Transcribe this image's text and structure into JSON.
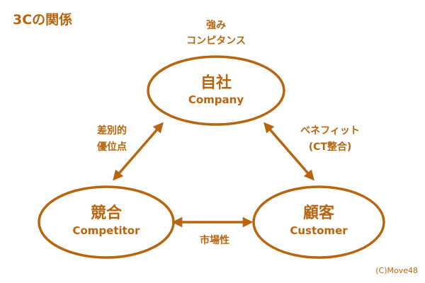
{
  "title": "3Cの関係",
  "credit": "(C)Move48",
  "colors": {
    "accent": "#b7650f",
    "background": "#ffffff"
  },
  "nodes": {
    "company": {
      "jp": "自社",
      "en": "Company"
    },
    "competitor": {
      "jp": "競合",
      "en": "Competitor"
    },
    "customer": {
      "jp": "顧客",
      "en": "Customer"
    }
  },
  "edges": {
    "company_top": {
      "line1": "強み",
      "line2": "コンピタンス"
    },
    "company_competitor": {
      "line1": "差別的",
      "line2": "優位点"
    },
    "company_customer": {
      "line1": "ベネフィット",
      "line2": "(CT整合)"
    },
    "competitor_customer": {
      "line1": "市場性"
    }
  }
}
